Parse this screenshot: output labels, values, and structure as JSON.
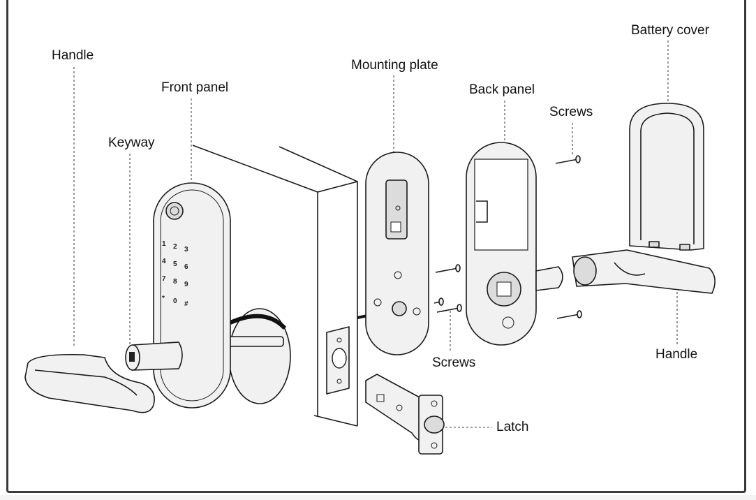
{
  "labels": {
    "handle_left": "Handle",
    "front_panel": "Front panel",
    "keyway": "Keyway",
    "mounting_plate": "Mounting plate",
    "back_panel": "Back panel",
    "screws_top": "Screws",
    "battery_cover": "Battery cover",
    "screws_bottom": "Screws",
    "handle_right": "Handle",
    "latch": "Latch"
  },
  "keypad": [
    "1",
    "2",
    "3",
    "4",
    "5",
    "6",
    "7",
    "8",
    "9",
    "*",
    "0",
    "#"
  ]
}
